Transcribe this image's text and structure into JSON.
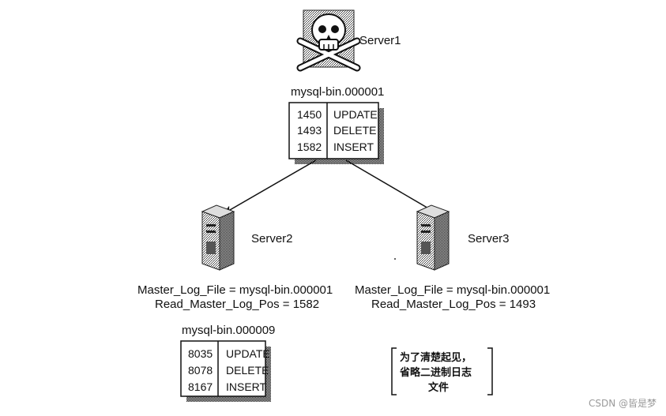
{
  "server1": {
    "name": "Server1",
    "binlog_name": "mysql-bin.000001",
    "events": [
      {
        "pos": "1450",
        "op": "UPDATE"
      },
      {
        "pos": "1493",
        "op": "DELETE"
      },
      {
        "pos": "1582",
        "op": "INSERT"
      }
    ],
    "icon": "skull-crossbones-icon"
  },
  "server2": {
    "name": "Server2",
    "master_log_file": "Master_Log_File = mysql-bin.000001",
    "read_master_log_pos": "Read_Master_Log_Pos = 1582",
    "binlog_name": "mysql-bin.000009",
    "events": [
      {
        "pos": "8035",
        "op": "UPDATE"
      },
      {
        "pos": "8078",
        "op": "DELETE"
      },
      {
        "pos": "8167",
        "op": "INSERT"
      }
    ],
    "icon": "server-tower-icon"
  },
  "server3": {
    "name": "Server3",
    "master_log_file": "Master_Log_File = mysql-bin.000001",
    "read_master_log_pos": "Read_Master_Log_Pos = 1493",
    "icon": "server-tower-icon"
  },
  "note": {
    "lines": [
      "为了清楚起见，",
      "省略二进制日志",
      "文件"
    ]
  },
  "watermark": "CSDN @皆是梦"
}
